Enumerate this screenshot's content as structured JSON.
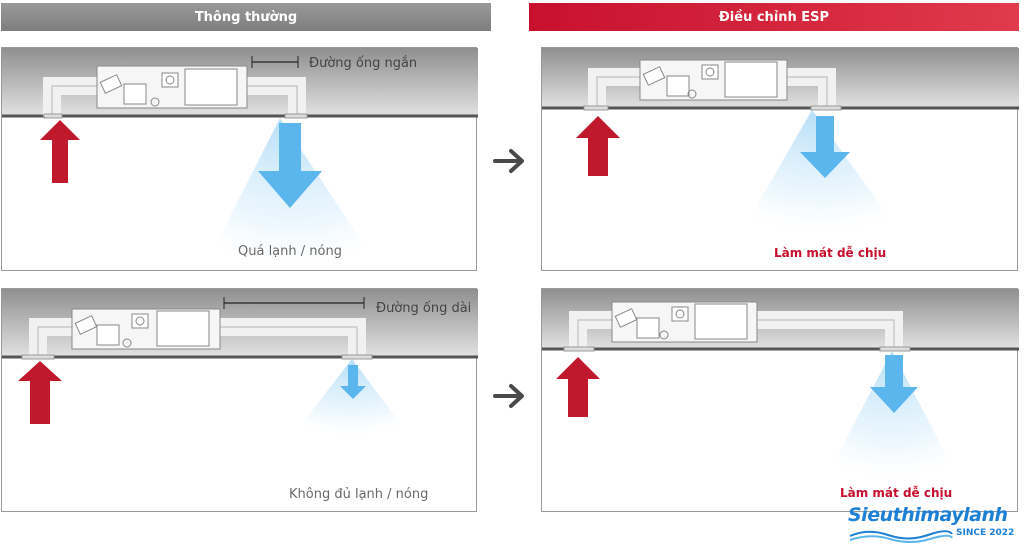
{
  "headers": {
    "normal": "Thông thường",
    "esp": "Điều chỉnh ESP"
  },
  "panels": {
    "short_normal": {
      "pipe_label": "Đường ống ngắn",
      "caption": "Quá lạnh / nóng"
    },
    "short_esp": {
      "caption": "Làm mát dễ chịu"
    },
    "long_normal": {
      "pipe_label": "Đường ống dài",
      "caption": "Không đủ lạnh / nóng"
    },
    "long_esp": {
      "caption": "Làm mát dễ chịu"
    }
  },
  "logo": {
    "name": "Sieuthimaylanh",
    "since": "SINCE 2022"
  },
  "icons": [
    "right-arrow-icon",
    "intake-arrow-icon",
    "outflow-arrow-icon"
  ],
  "colors": {
    "esp_accent": "#c8102e",
    "normal_header": "#8a8a8a",
    "intake_arrow": "#c0182d",
    "outflow_arrow": "#5bb6ee",
    "logo_blue": "#1d7fd6"
  }
}
